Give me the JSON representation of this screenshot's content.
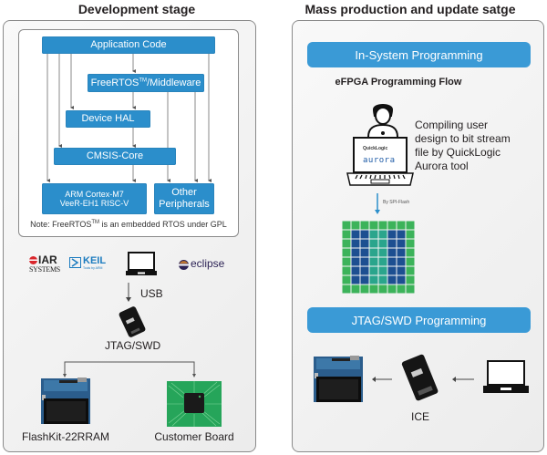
{
  "left": {
    "heading": "Development stage",
    "stack": {
      "application_code": "Application Code",
      "freertos_prefix": "FreeRTOS",
      "freertos_tm": "TM",
      "freertos_suffix": "/Middleware",
      "device_hal": "Device HAL",
      "cmsis_core": "CMSIS-Core",
      "cpu_line1": "ARM  Cortex-M7",
      "cpu_line2": "VeeR-EH1 RISC-V",
      "peripherals_line1": "Other",
      "peripherals_line2": "Peripherals",
      "note_prefix": "Note: FreeRTOS",
      "note_tm": "TM",
      "note_suffix": " is an embedded RTOS under GPL"
    },
    "tools": {
      "iar_line1": "IAR",
      "iar_line2": "SYSTEMS",
      "keil_line1": "KEIL",
      "keil_line2": "Tools by ARM",
      "eclipse": "eclipse"
    },
    "usb_label": "USB",
    "jtag_label": "JTAG/SWD",
    "targets": [
      "FlashKit-22RRAM",
      "Customer Board"
    ]
  },
  "right": {
    "heading": "Mass production and update satge",
    "isp_bar": "In-System Programming",
    "efpga_title": "eFPGA Programming Flow",
    "description": [
      "Compiling user",
      "design to bit stream",
      "file by QuickLogic",
      "Aurora tool"
    ],
    "screen_brand1": "QuickLogic",
    "screen_brand2": "aurora",
    "spi_label": "By SPI-Flash",
    "jtag_bar": "JTAG/SWD Programming",
    "ice_label": "ICE"
  },
  "colors": {
    "box_blue": "#2b8ecb",
    "bar_blue": "#3a9ad6",
    "fpga_green": "#3cb35a",
    "fpga_navy": "#1d4f91",
    "fpga_teal": "#2aa58c"
  }
}
